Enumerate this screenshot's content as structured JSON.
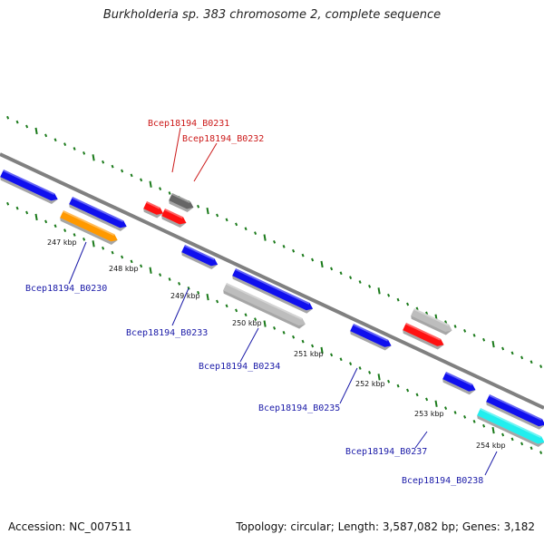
{
  "title": "Burkholderia sp. 383 chromosome 2, complete sequence",
  "footer": {
    "accession": "Accession: NC_007511",
    "info": "Topology: circular; Length: 3,587,082 bp; Genes: 3,182"
  },
  "colors": {
    "backbone": "#808080",
    "tick": "#1a7a1a",
    "label_blue": "#1a1aa8",
    "label_red": "#cc1a1a",
    "gene_blue": "#1010ee",
    "gene_orange": "#ff9900",
    "gene_red": "#ff1111",
    "gene_gray": "#bdbdbd",
    "gene_darkgray": "#666666",
    "gene_cyan": "#22eeee"
  },
  "kbp_ticks": [
    "247 kbp",
    "248 kbp",
    "249 kbp",
    "250 kbp",
    "251 kbp",
    "252 kbp",
    "253 kbp",
    "254 kbp"
  ],
  "gene_labels": [
    {
      "text": "Bcep18194_B0230",
      "color": "label_blue"
    },
    {
      "text": "Bcep18194_B0231",
      "color": "label_red"
    },
    {
      "text": "Bcep18194_B0232",
      "color": "label_red"
    },
    {
      "text": "Bcep18194_B0233",
      "color": "label_blue"
    },
    {
      "text": "Bcep18194_B0234",
      "color": "label_blue"
    },
    {
      "text": "Bcep18194_B0235",
      "color": "label_blue"
    },
    {
      "text": "Bcep18194_B0237",
      "color": "label_blue"
    },
    {
      "text": "Bcep18194_B0238",
      "color": "label_blue"
    }
  ],
  "genes": [
    {
      "strand": "outer",
      "color": "gene_blue",
      "direction": "forward"
    },
    {
      "strand": "outer",
      "color": "gene_blue",
      "direction": "forward"
    },
    {
      "strand": "inner",
      "color": "gene_orange",
      "direction": "forward"
    },
    {
      "strand": "outer",
      "color": "gene_red",
      "direction": "forward"
    },
    {
      "strand": "outer",
      "color": "gene_darkgray",
      "direction": "forward"
    },
    {
      "strand": "outer",
      "color": "gene_red",
      "direction": "forward"
    },
    {
      "strand": "inner",
      "color": "gene_blue",
      "direction": "forward"
    },
    {
      "strand": "outer",
      "color": "gene_blue",
      "direction": "forward"
    },
    {
      "strand": "inner",
      "color": "gene_gray",
      "direction": "forward"
    },
    {
      "strand": "inner",
      "color": "gene_blue",
      "direction": "forward"
    },
    {
      "strand": "outer",
      "color": "gene_gray",
      "direction": "forward"
    },
    {
      "strand": "outer",
      "color": "gene_red",
      "direction": "forward"
    },
    {
      "strand": "inner",
      "color": "gene_blue",
      "direction": "forward"
    },
    {
      "strand": "outer",
      "color": "gene_blue",
      "direction": "forward"
    },
    {
      "strand": "inner",
      "color": "gene_cyan",
      "direction": "forward"
    }
  ]
}
